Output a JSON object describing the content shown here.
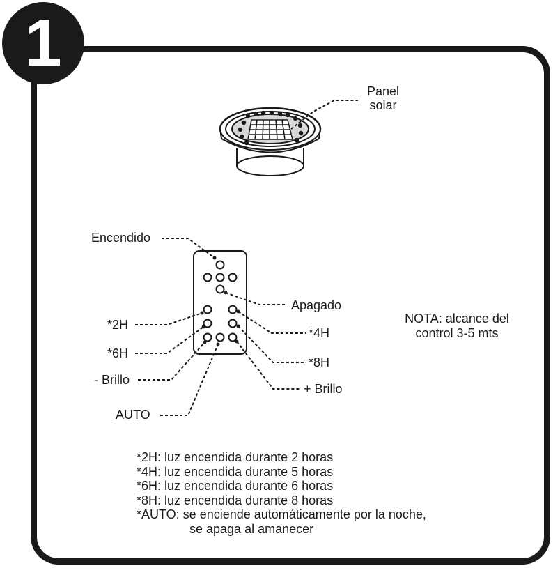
{
  "step_number": "1",
  "panel_label": [
    "Panel",
    "solar"
  ],
  "remote": {
    "power_on": "Encendido",
    "power_off": "Apagado",
    "t2h": "*2H",
    "t4h": "*4H",
    "t6h": "*6H",
    "t8h": "*8H",
    "brightness_down": "- Brillo",
    "brightness_up": "+ Brillo",
    "auto": "AUTO"
  },
  "note": [
    "NOTA: alcance del",
    "control 3-5 mts"
  ],
  "footnotes": [
    "*2H: luz encendida durante 2 horas",
    "*4H: luz encendida durante 5 horas",
    "*6H: luz encendida durante 6 horas",
    "*8H: luz encendida durante 8 horas",
    "*AUTO: se enciende automáticamente por la noche,",
    "se apaga al amanecer"
  ],
  "colors": {
    "ink": "#1a1a1a",
    "background": "#ffffff"
  }
}
